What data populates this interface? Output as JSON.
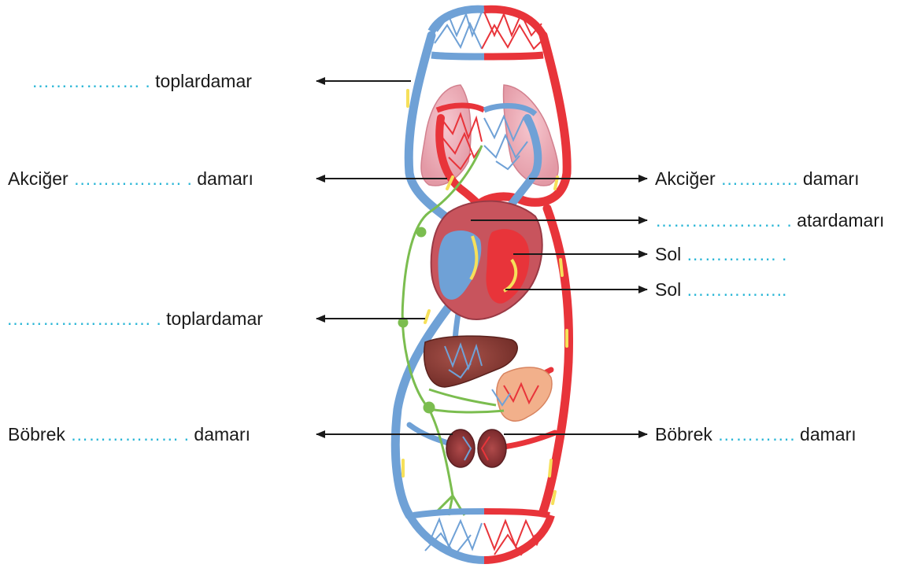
{
  "colors": {
    "vein": "#6fa1d6",
    "artery": "#e8343a",
    "lymph": "#7bbd4f",
    "flow_arrow": "#f6e05a",
    "blank_dots": "#29b6d6",
    "text": "#1a1a1a"
  },
  "labels": [
    {
      "id": "upper-vena-cava",
      "side": "left",
      "pre": "",
      "dots": "……………… .",
      "post": " toplardamar"
    },
    {
      "id": "pulmonary-artery",
      "side": "left",
      "pre": "Akciğer ",
      "dots": "……………… .",
      "post": " damarı"
    },
    {
      "id": "lower-vena-cava",
      "side": "left",
      "pre": "",
      "dots": "…………………… .",
      "post": " toplardamar"
    },
    {
      "id": "renal-vein",
      "side": "left",
      "pre": "Böbrek ",
      "dots": "……………… .",
      "post": " damarı"
    },
    {
      "id": "pulmonary-vein",
      "side": "right",
      "pre": "Akciğer ",
      "dots": "………….",
      "post": " damarı"
    },
    {
      "id": "aorta",
      "side": "right",
      "pre": "",
      "dots": "………………… .",
      "post": " atardamarı"
    },
    {
      "id": "left-atrium",
      "side": "right",
      "pre": "Sol ",
      "dots": "…………… .",
      "post": ""
    },
    {
      "id": "left-ventricle",
      "side": "right",
      "pre": "Sol ",
      "dots": "……………..",
      "post": ""
    },
    {
      "id": "renal-artery",
      "side": "right",
      "pre": "Böbrek ",
      "dots": "………….",
      "post": " damarı"
    }
  ]
}
